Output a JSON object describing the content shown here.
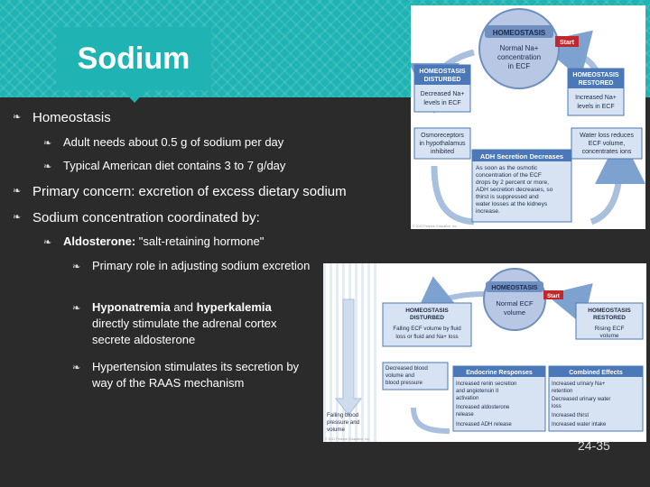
{
  "slide": {
    "title": "Sodium",
    "page_number": "24-35"
  },
  "bullets": {
    "homeostasis": "Homeostasis",
    "adult_needs": "Adult needs about 0.5 g of sodium per day",
    "american_diet": "Typical American diet contains 3 to 7 g/day",
    "primary_label": "Primary concern:",
    "primary_text": " excretion of excess dietary sodium",
    "coordinated": "Sodium concentration coordinated by:",
    "aldosterone_label": "Aldosterone:",
    "aldosterone_text": " \"salt-retaining hormone\"",
    "primary_role": "Primary role in adjusting sodium excretion",
    "hypo_label": "Hyponatremia",
    "and_text": " and ",
    "hyperk_label": "hyperkalemia",
    "hypo_text": " directly stimulate the adrenal cortex secrete aldosterone",
    "hypertension": "Hypertension stimulates its secretion by way of the RAAS mechanism"
  },
  "figure_top": {
    "center_title": "HOMEOSTASIS",
    "center_text": [
      "Normal Na+",
      "concentration",
      "in ECF"
    ],
    "start": "Start",
    "disturbed_title": [
      "HOMEOSTASIS",
      "DISTURBED"
    ],
    "disturbed_text": [
      "Decreased Na+",
      "levels in ECF"
    ],
    "restored_title": [
      "HOMEOSTASIS",
      "RESTORED"
    ],
    "restored_text": [
      "Increased Na+",
      "levels in ECF"
    ],
    "osmo": [
      "Osmoreceptors",
      "in hypothalamus",
      "inhibited"
    ],
    "water_loss": [
      "Water loss reduces",
      "ECF volume,",
      "concentrates ions"
    ],
    "adh_title": "ADH Secretion Decreases",
    "adh_text": [
      "As soon as the osmotic",
      "concentration of the ECF",
      "drops by 2 percent or more,",
      "ADH secretion decreases, so",
      "thirst is suppressed and",
      "water losses at the kidneys",
      "increase."
    ],
    "copyright": "© 2012 Pearson Education, Inc."
  },
  "figure_bottom": {
    "center_title": "HOMEOSTASIS",
    "center_text": [
      "Normal ECF",
      "volume"
    ],
    "start": "Start",
    "disturbed_title": [
      "HOMEOSTASIS",
      "DISTURBED"
    ],
    "disturbed_text": [
      "Falling ECF volume by fluid",
      "loss or fluid and Na+ loss"
    ],
    "restored_title": [
      "HOMEOSTASIS",
      "RESTORED"
    ],
    "restored_text": [
      "Rising ECF",
      "volume"
    ],
    "decreased_bp": [
      "Decreased blood",
      "volume and",
      "blood pressure"
    ],
    "falling_bp": [
      "Falling blood",
      "pressure and",
      "volume"
    ],
    "endocrine_title": "Endocrine Responses",
    "endocrine_items": [
      "Increased renin secretion",
      "and angiotensin II",
      "activation",
      "Increased aldosterone",
      "release",
      "Increased ADH release"
    ],
    "combined_title": "Combined Effects",
    "combined_items": [
      "Increased urinary Na+",
      "retention",
      "Decreased urinary water",
      "loss",
      "Increased thirst",
      "Increased water intake"
    ],
    "copyright": "© 2012 Pearson Education, Inc."
  },
  "colors": {
    "header_teal": "#1fb3b3",
    "background": "#2b2b2b",
    "box_blue": "#4a78b8",
    "box_light": "#d7e3f2",
    "start_red": "#c0282d"
  }
}
